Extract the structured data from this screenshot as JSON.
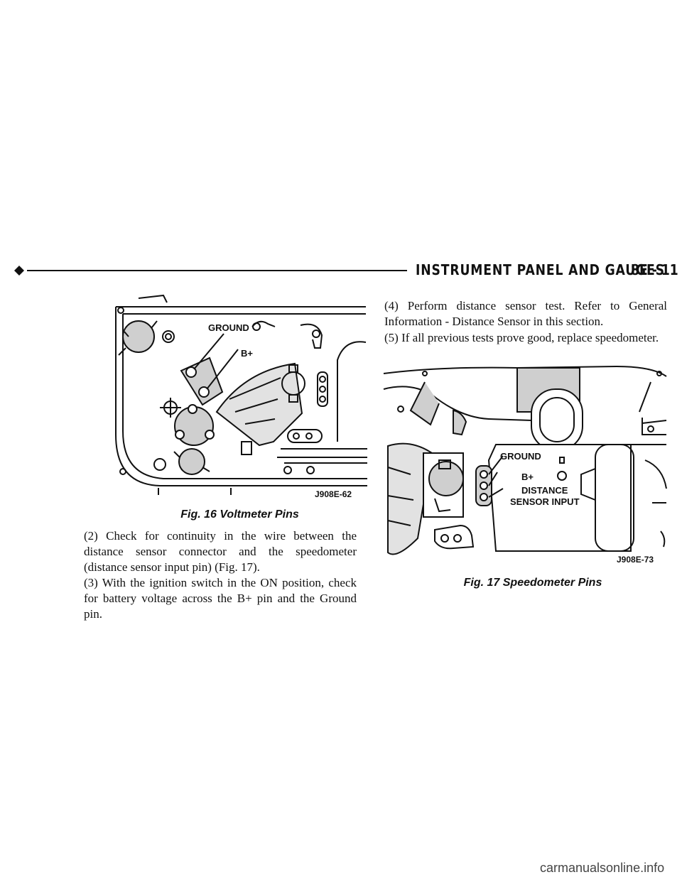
{
  "header": {
    "title": "INSTRUMENT PANEL AND GAUGES",
    "page_number": "8E - 11"
  },
  "figure16": {
    "labels": {
      "ground": "GROUND",
      "bplus": "B+",
      "code": "J908E-62"
    },
    "caption": "Fig. 16 Voltmeter Pins"
  },
  "figure17": {
    "labels": {
      "ground": "GROUND",
      "bplus": "B+",
      "distance": "DISTANCE",
      "sensor_input": "SENSOR INPUT",
      "code": "J908E-73"
    },
    "caption": "Fig. 17 Speedometer Pins"
  },
  "left_column": {
    "p2": "(2) Check for continuity in the wire between the distance sensor connector and the speedometer (distance sensor input pin) (Fig. 17).",
    "p3": "(3) With the ignition switch in the ON position, check for battery voltage across the B+ pin and the Ground pin."
  },
  "right_column": {
    "p4": "(4) Perform distance sensor test. Refer to General Information - Distance Sensor in this section.",
    "p5": "(5) If all previous tests prove good, replace speedometer."
  },
  "footer": {
    "watermark": "carmanualsonline.info"
  }
}
